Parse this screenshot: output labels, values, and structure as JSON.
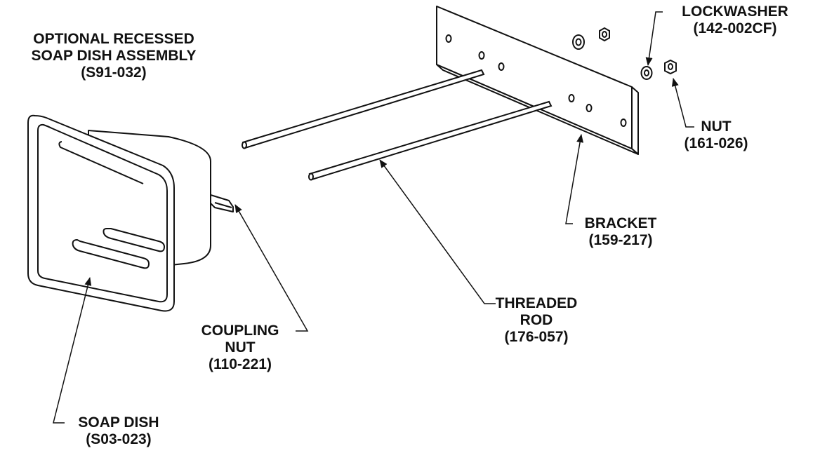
{
  "title": {
    "line1": "OPTIONAL RECESSED",
    "line2": "SOAP DISH ASSEMBLY",
    "part": "(S91-032)"
  },
  "callouts": {
    "lockwasher": {
      "name": "LOCKWASHER",
      "part": "(142-002CF)"
    },
    "nut": {
      "name": "NUT",
      "part": "(161-026)"
    },
    "bracket": {
      "name": "BRACKET",
      "part": "(159-217)"
    },
    "threaded_rod": {
      "line1": "THREADED",
      "line2": "ROD",
      "part": "(176-057)"
    },
    "coupling_nut": {
      "line1": "COUPLING",
      "line2": "NUT",
      "part": "(110-221)"
    },
    "soap_dish": {
      "name": "SOAP DISH",
      "part": "(S03-023)"
    }
  }
}
